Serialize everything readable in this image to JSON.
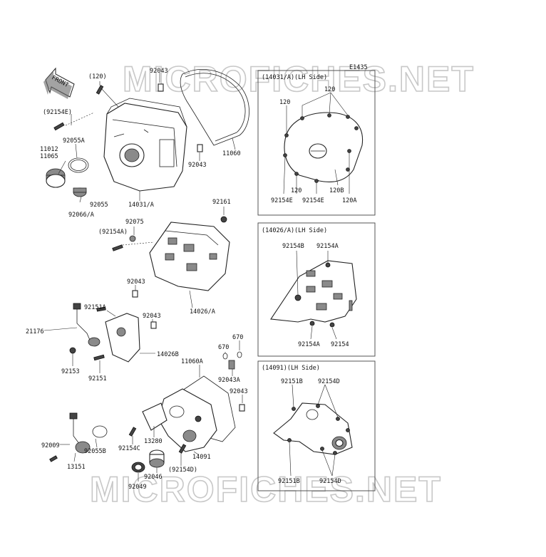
{
  "diagram_id": "E1435",
  "watermark": "MICROFICHES.NET",
  "front_label": "FRONT",
  "labels": [
    {
      "id": "l-120",
      "text": "(120)"
    },
    {
      "id": "l-92043-top",
      "text": "92043"
    },
    {
      "id": "l-92154E",
      "text": "(92154E)"
    },
    {
      "id": "l-92055A",
      "text": "92055A"
    },
    {
      "id": "l-11012",
      "text": "11012"
    },
    {
      "id": "l-11065",
      "text": "11065"
    },
    {
      "id": "l-92055",
      "text": "92055"
    },
    {
      "id": "l-92066A",
      "text": "92066/A"
    },
    {
      "id": "l-14031A",
      "text": "14031/A"
    },
    {
      "id": "l-92043-mid",
      "text": "92043"
    },
    {
      "id": "l-11060",
      "text": "11060"
    },
    {
      "id": "l-92161",
      "text": "92161"
    },
    {
      "id": "l-92075",
      "text": "92075"
    },
    {
      "id": "l-92154A",
      "text": "(92154A)"
    },
    {
      "id": "l-14026A",
      "text": "14026/A"
    },
    {
      "id": "l-92043-c",
      "text": "92043"
    },
    {
      "id": "l-92151A",
      "text": "92151A"
    },
    {
      "id": "l-92043-d",
      "text": "92043"
    },
    {
      "id": "l-21176",
      "text": "21176"
    },
    {
      "id": "l-14026B",
      "text": "14026B"
    },
    {
      "id": "l-92153",
      "text": "92153"
    },
    {
      "id": "l-92151",
      "text": "92151"
    },
    {
      "id": "l-670a",
      "text": "670"
    },
    {
      "id": "l-670b",
      "text": "670"
    },
    {
      "id": "l-11060A",
      "text": "11060A"
    },
    {
      "id": "l-92043A",
      "text": "92043A"
    },
    {
      "id": "l-92043-e",
      "text": "92043"
    },
    {
      "id": "l-92009",
      "text": "92009"
    },
    {
      "id": "l-92055B",
      "text": "92055B"
    },
    {
      "id": "l-13151",
      "text": "13151"
    },
    {
      "id": "l-92154C",
      "text": "92154C"
    },
    {
      "id": "l-13280",
      "text": "13280"
    },
    {
      "id": "l-14091",
      "text": "14091"
    },
    {
      "id": "l-92154D",
      "text": "(92154D)"
    },
    {
      "id": "l-92046",
      "text": "92046"
    },
    {
      "id": "l-92049",
      "text": "92049"
    }
  ],
  "panels": [
    {
      "id": "p1",
      "title": "(14031/A)(LH Side)",
      "labels": [
        {
          "id": "p1-120a",
          "text": "120"
        },
        {
          "id": "p1-120b",
          "text": "120"
        },
        {
          "id": "p1-120c",
          "text": "120"
        },
        {
          "id": "p1-120B",
          "text": "120B"
        },
        {
          "id": "p1-92154E-a",
          "text": "92154E"
        },
        {
          "id": "p1-92154E-b",
          "text": "92154E"
        },
        {
          "id": "p1-120A",
          "text": "120A"
        }
      ]
    },
    {
      "id": "p2",
      "title": "(14026/A)(LH Side)",
      "labels": [
        {
          "id": "p2-92154B",
          "text": "92154B"
        },
        {
          "id": "p2-92154A-top",
          "text": "92154A"
        },
        {
          "id": "p2-92154A-bot",
          "text": "92154A"
        },
        {
          "id": "p2-92154",
          "text": "92154"
        }
      ]
    },
    {
      "id": "p3",
      "title": "(14091)(LH Side)",
      "labels": [
        {
          "id": "p3-92151B-top",
          "text": "92151B"
        },
        {
          "id": "p3-92154D-top",
          "text": "92154D"
        },
        {
          "id": "p3-92151B-bot",
          "text": "92151B"
        },
        {
          "id": "p3-92154D-bot",
          "text": "92154D"
        }
      ]
    }
  ]
}
